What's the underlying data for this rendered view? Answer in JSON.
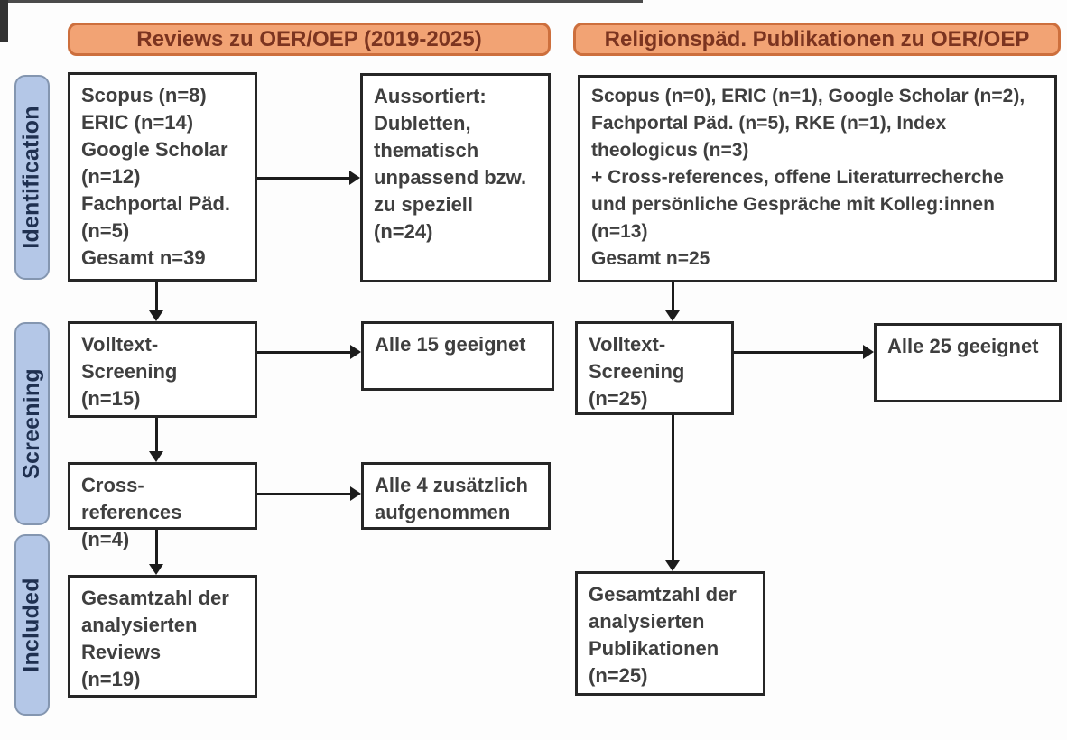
{
  "headers": {
    "left": "Reviews zu OER/OEP (2019-2025)",
    "right": "Religionspäd. Publikationen zu OER/OEP"
  },
  "stages": {
    "identification": "Identification",
    "screening": "Screening",
    "included": "Included"
  },
  "boxes": {
    "left_identification": "Scopus (n=8)\nERIC (n=14)\nGoogle Scholar\n(n=12)\nFachportal Päd.\n(n=5)\nGesamt n=39",
    "left_excluded": "Aussortiert:\nDubletten,\nthematisch\nunpassend bzw.\nzu speziell\n(n=24)",
    "left_fulltext": "Volltext-\nScreening\n(n=15)",
    "left_fulltext_result": "Alle 15 geeignet",
    "left_crossref": "Cross-references\n(n=4)",
    "left_crossref_result": "Alle 4 zusätzlich\naufgenommen",
    "left_included": "Gesamtzahl der\nanalysierten\nReviews\n(n=19)",
    "right_identification": "Scopus (n=0), ERIC (n=1), Google Scholar (n=2),\nFachportal Päd. (n=5), RKE (n=1), Index\ntheologicus (n=3)\n+ Cross-references, offene Literaturrecherche\nund persönliche Gespräche mit Kolleg:innen\n(n=13)\nGesamt n=25",
    "right_fulltext": "Volltext-\nScreening\n(n=25)",
    "right_fulltext_result": "Alle 25 geeignet",
    "right_included": "Gesamtzahl der\nanalysierten\nPublikationen\n(n=25)"
  },
  "colors": {
    "header_fill": "#F2A374",
    "header_border": "#CD6F3D",
    "header_text": "#7B3420",
    "stage_fill": "#B4C7E7",
    "stage_border": "#8496B0",
    "stage_text": "#1F3050",
    "box_border": "#262626",
    "box_text": "#3F3F3F",
    "arrow": "#1C1C1C"
  }
}
